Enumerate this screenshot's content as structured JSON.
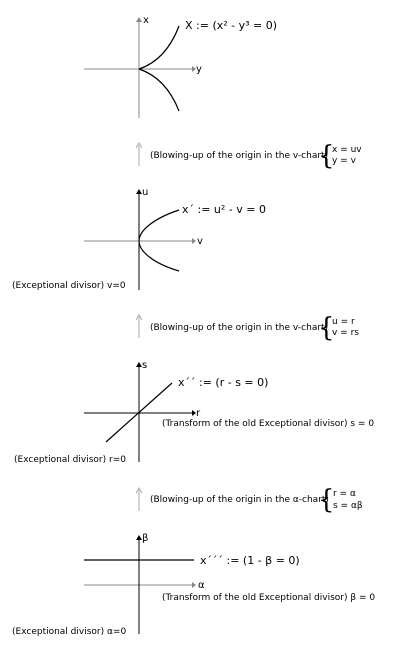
{
  "panels": [
    {
      "axis_h": "y",
      "axis_v": "x",
      "equation": "X := (x² - y³ = 0)"
    },
    {
      "axis_h": "v",
      "axis_v": "u",
      "equation": "x´ := u² - v = 0",
      "exceptional_divisor": "(Exceptional divisor) v=0"
    },
    {
      "axis_h": "r",
      "axis_v": "s",
      "equation": "x´´ := (r - s = 0)",
      "transform_note": "(Transform of the old Exceptional divisor) s = 0",
      "exceptional_divisor": "(Exceptional divisor) r=0"
    },
    {
      "axis_h": "α",
      "axis_v": "β",
      "equation": "x´´´ := (1 - β = 0)",
      "transform_note": "(Transform of the old Exceptional divisor) β = 0",
      "exceptional_divisor": "(Exceptional divisor) α=0"
    }
  ],
  "steps": [
    {
      "label": "(Blowing-up of the origin in the v-chart)",
      "subst_1": "x = uv",
      "subst_2": "y = v"
    },
    {
      "label": "(Blowing-up of the origin in the v-chart)",
      "subst_1": "u = r",
      "subst_2": "v = rs"
    },
    {
      "label": "(Blowing-up of the origin in the α-chart)",
      "subst_1": "r = α",
      "subst_2": "s = αβ"
    }
  ],
  "brace_glyph": "{",
  "colors": {
    "axis": "#888888",
    "curve": "#000000",
    "arrow": "#aaaaaa",
    "text": "#000000"
  }
}
